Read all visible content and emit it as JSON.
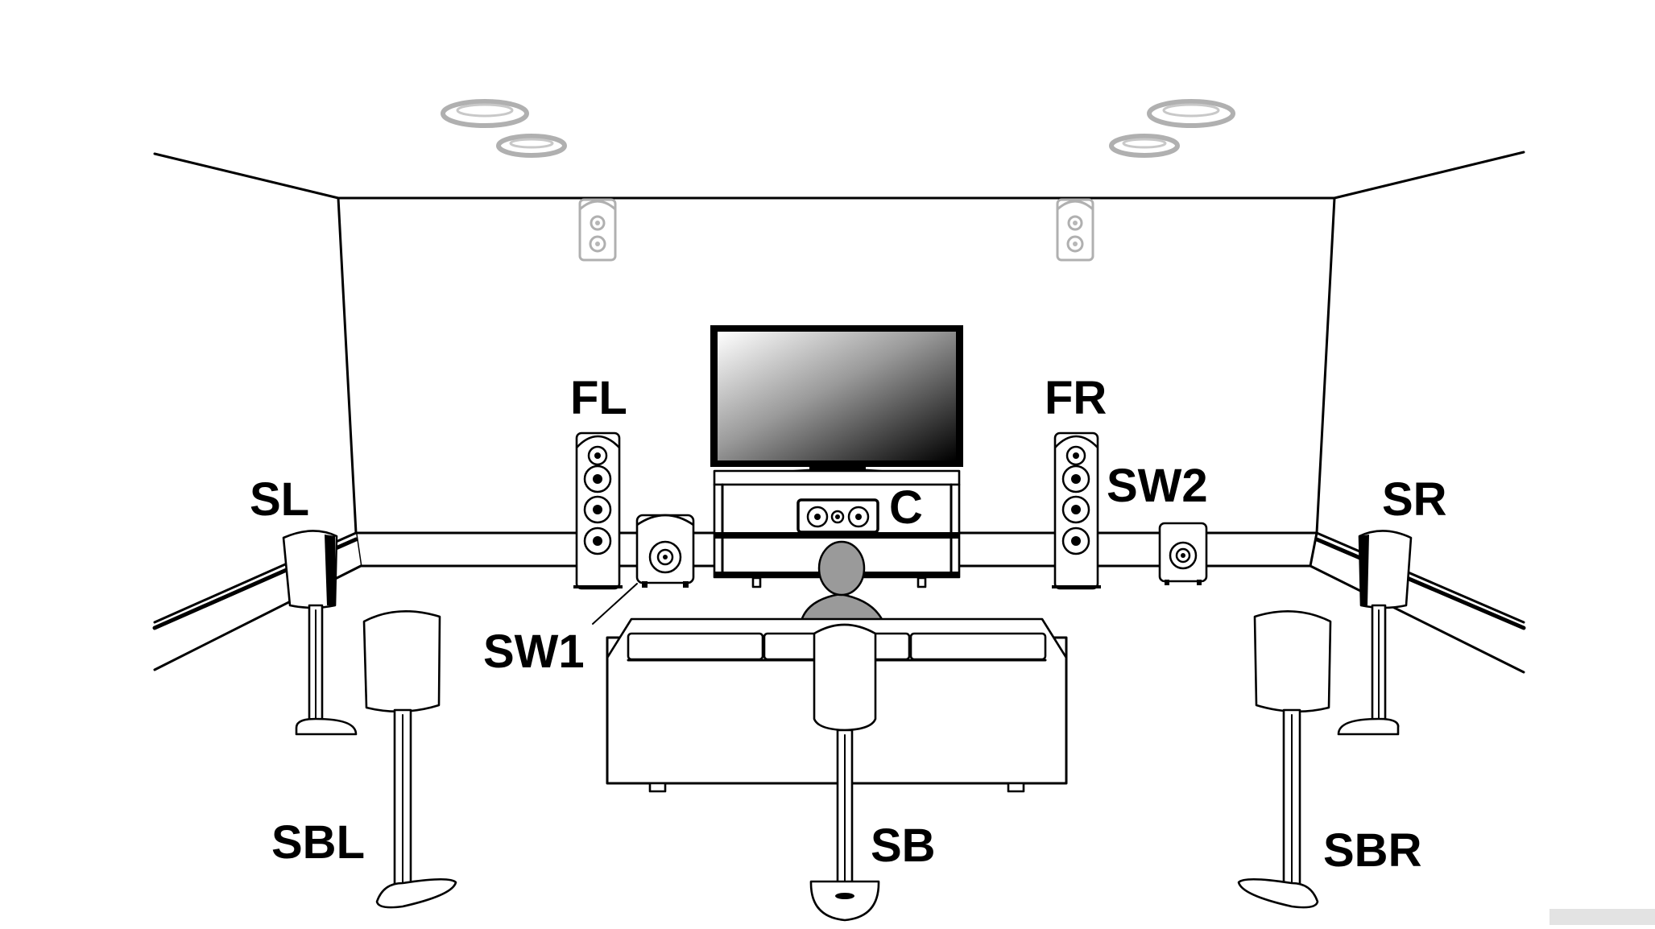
{
  "diagram": {
    "speaker_labels": {
      "fl": "FL",
      "fr": "FR",
      "c": "C",
      "sl": "SL",
      "sr": "SR",
      "sw1": "SW1",
      "sw2": "SW2",
      "sbl": "SBL",
      "sb": "SB",
      "sbr": "SBR"
    },
    "colors": {
      "line": "#000000",
      "background": "#ffffff",
      "inactive_speaker": "#b0b0b0",
      "listener": "#9a9a9a"
    }
  }
}
